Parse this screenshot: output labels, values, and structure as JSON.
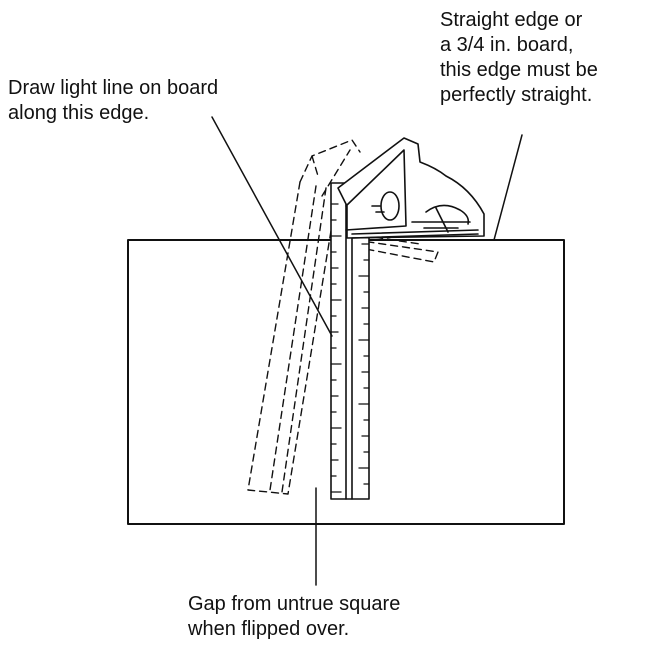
{
  "callouts": {
    "draw_line": {
      "lines": [
        "Draw light line on board",
        "along this edge."
      ]
    },
    "straight_edge": {
      "lines": [
        "Straight edge or",
        "a 3/4 in. board,",
        "this edge must be",
        "perfectly straight."
      ]
    },
    "gap": {
      "lines": [
        "Gap from untrue square",
        "when flipped over."
      ]
    }
  },
  "colors": {
    "ink": "#111111",
    "background": "#ffffff"
  }
}
